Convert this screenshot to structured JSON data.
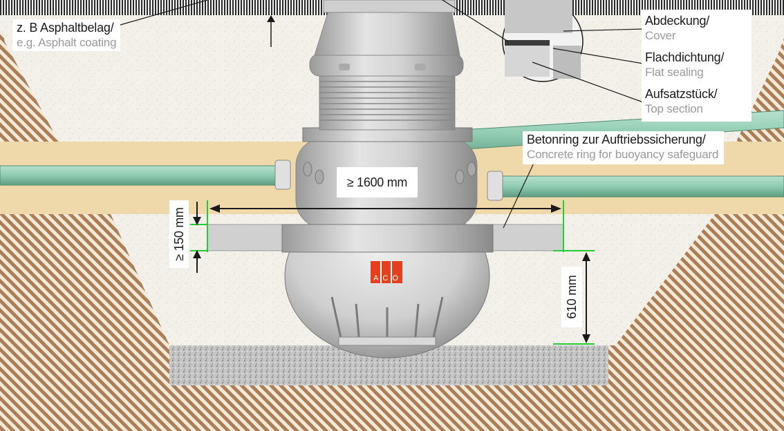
{
  "labels": {
    "asphalt": {
      "de": "z. B Asphaltbelag/",
      "en": "e.g. Asphalt coating"
    },
    "cover": {
      "de": "Abdeckung/",
      "en": "Cover"
    },
    "sealing": {
      "de": "Flachdichtung/",
      "en": "Flat sealing"
    },
    "top_section": {
      "de": "Aufsatzstück/",
      "en": "Top section"
    },
    "concrete_ring": {
      "de": "Betonring zur Auftriebssicherung/",
      "en": "Concrete ring for buoyancy safeguard"
    }
  },
  "dimensions": {
    "diameter": "≥ 1600 mm",
    "ring_height": "≥ 150 mm",
    "height_610": "610 mm"
  },
  "logo": {
    "text": "ACO"
  },
  "colors": {
    "soil": "#a97e58",
    "sand": "#efd9ab",
    "gravel": "#bdbdbd",
    "pipe": "#8fcbb1",
    "accent_green": "#22cc33",
    "logo_red": "#e2401e"
  }
}
